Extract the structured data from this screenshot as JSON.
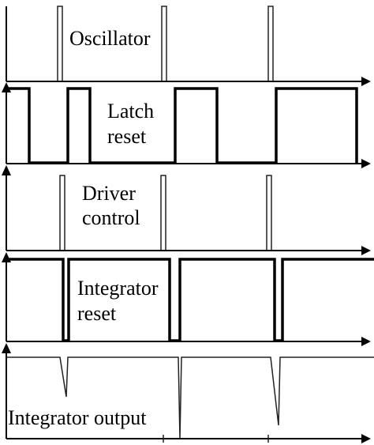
{
  "signals": [
    {
      "id": "oscillator",
      "label_lines": [
        "Oscillator"
      ]
    },
    {
      "id": "latch-reset",
      "label_lines": [
        "Latch",
        "reset"
      ]
    },
    {
      "id": "driver-control",
      "label_lines": [
        "Driver",
        "control"
      ]
    },
    {
      "id": "integrator-reset",
      "label_lines": [
        "Integrator",
        "reset"
      ]
    },
    {
      "id": "integrator-output",
      "label_lines": [
        "Integrator output"
      ]
    }
  ]
}
